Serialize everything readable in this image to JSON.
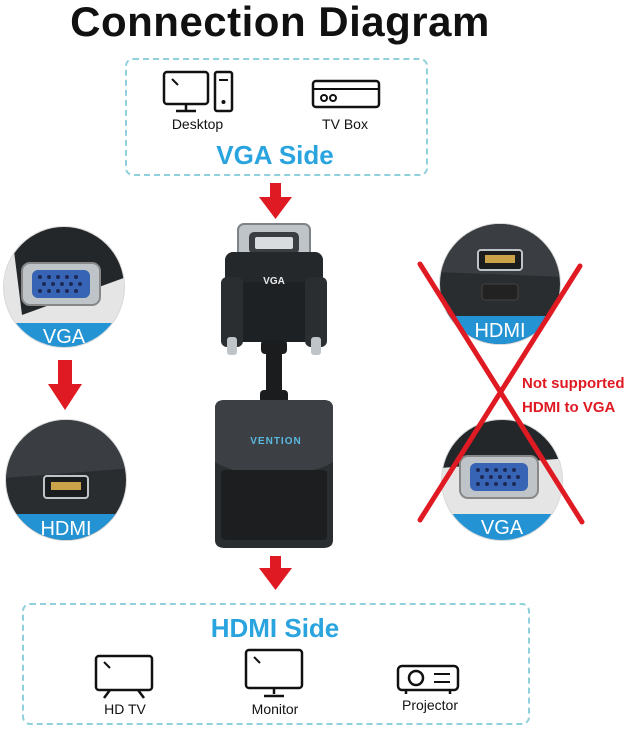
{
  "title": "Connection Diagram",
  "vga_side": {
    "label": "VGA Side",
    "devices": [
      {
        "name": "Desktop",
        "icon": "desktop-icon"
      },
      {
        "name": "TV Box",
        "icon": "tv-box-icon"
      }
    ]
  },
  "hdmi_side": {
    "label": "HDMI Side",
    "devices": [
      {
        "name": "HD TV",
        "icon": "tv-icon"
      },
      {
        "name": "Monitor",
        "icon": "monitor-icon"
      },
      {
        "name": "Projector",
        "icon": "projector-icon"
      }
    ]
  },
  "adapter": {
    "connector_label": "VGA",
    "brand": "VENTION"
  },
  "supported_flow": {
    "from": "VGA",
    "to": "HDMI"
  },
  "unsupported_flow": {
    "from": "HDMI",
    "to": "VGA",
    "note_line1": "Not supported",
    "note_line2": "HDMI to VGA"
  },
  "colors": {
    "accent_blue": "#2aa4df",
    "arrow_red": "#e01a22",
    "dashed_border": "#8fd0dc",
    "label_pill": "#2493d4"
  }
}
